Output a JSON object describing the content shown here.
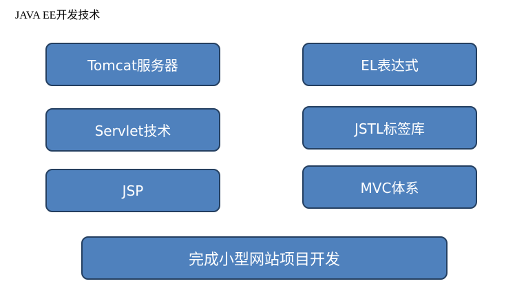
{
  "title": "JAVA EE开发技术",
  "topics": {
    "left": [
      "Tomcat服务器",
      "Servlet技术",
      "JSP"
    ],
    "right": [
      "EL表达式",
      "JSTL标签库",
      "MVC体系"
    ]
  },
  "project": "完成小型网站项目开发",
  "colors": {
    "box_fill": "#4f81bd",
    "box_border": "#243f60",
    "box_text": "#ffffff"
  }
}
